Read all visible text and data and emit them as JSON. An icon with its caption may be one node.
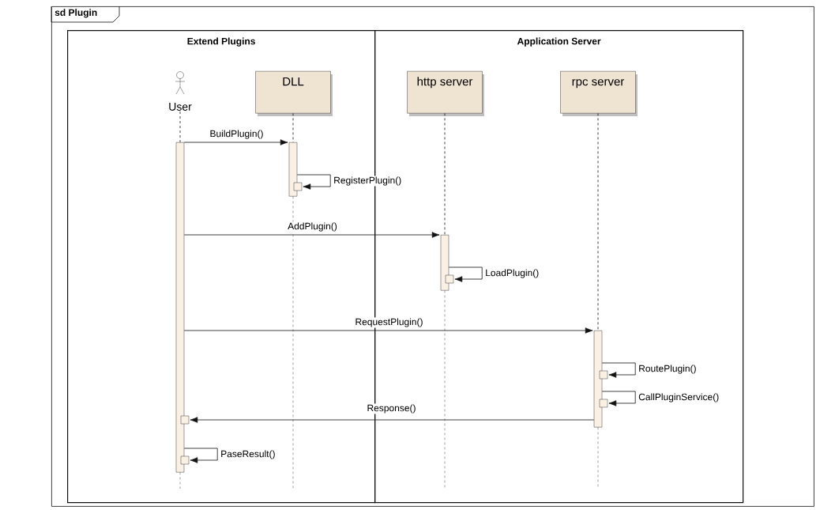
{
  "diagram": {
    "nodes": [
      {
        "text": [
          "sd Plugin"
        ]
      },
      {
        "text": [
          "Extend Plugins"
        ],
        "in": 0
      },
      {
        "text": [
          "Application Server"
        ],
        "in": 0
      },
      {
        "text": [
          "User"
        ],
        "in": 1
      },
      {
        "text": [
          "DLL"
        ],
        "in": 1
      },
      {
        "text": [
          "http server"
        ],
        "in": 2
      },
      {
        "text": [
          "rpc server"
        ],
        "in": 2
      },
      {
        "text": [],
        "shape": "bar",
        "in": 1
      },
      {
        "text": [],
        "shape": "bar",
        "in": 1
      },
      {
        "text": [],
        "shape": "bar",
        "in": 2
      },
      {
        "text": [],
        "shape": "bar",
        "in": 2
      },
      {
        "text": [],
        "shape": "box",
        "in": 1
      },
      {
        "text": [],
        "shape": "box",
        "in": 2
      },
      {
        "text": [],
        "shape": "box",
        "in": 2
      },
      {
        "text": [],
        "shape": "box",
        "in": 2
      },
      {
        "text": [],
        "shape": "box",
        "in": 1
      },
      {
        "text": [],
        "shape": "box",
        "in": 1
      }
    ],
    "edges": [
      {
        "from": 3,
        "to": 7,
        "arrow": "none",
        "style": "dashed"
      },
      {
        "from": 4,
        "to": 8,
        "arrow": "none",
        "style": "dashed"
      },
      {
        "from": 5,
        "to": 9,
        "arrow": "none",
        "style": "dashed"
      },
      {
        "from": 6,
        "to": 10,
        "arrow": "none",
        "style": "dashed"
      },
      {
        "from": 7,
        "to": 8,
        "arrow": "to",
        "label": "BuildPlugin()"
      },
      {
        "from": 8,
        "to": 11,
        "arrow": "to",
        "label": "RegisterPlugin()"
      },
      {
        "from": 7,
        "to": 9,
        "arrow": "to",
        "label": "AddPlugin()"
      },
      {
        "from": 9,
        "to": 12,
        "arrow": "to",
        "label": "LoadPlugin()"
      },
      {
        "from": 7,
        "to": 10,
        "arrow": "to",
        "label": "RequestPlugin()"
      },
      {
        "from": 10,
        "to": 13,
        "arrow": "to",
        "label": "RoutePlugin()"
      },
      {
        "from": 10,
        "to": 14,
        "arrow": "to",
        "label": "CallPluginService()"
      },
      {
        "from": 10,
        "to": 15,
        "arrow": "to",
        "label": "Response()"
      },
      {
        "from": 7,
        "to": 16,
        "arrow": "to",
        "label": "PaseResult()"
      }
    ]
  }
}
